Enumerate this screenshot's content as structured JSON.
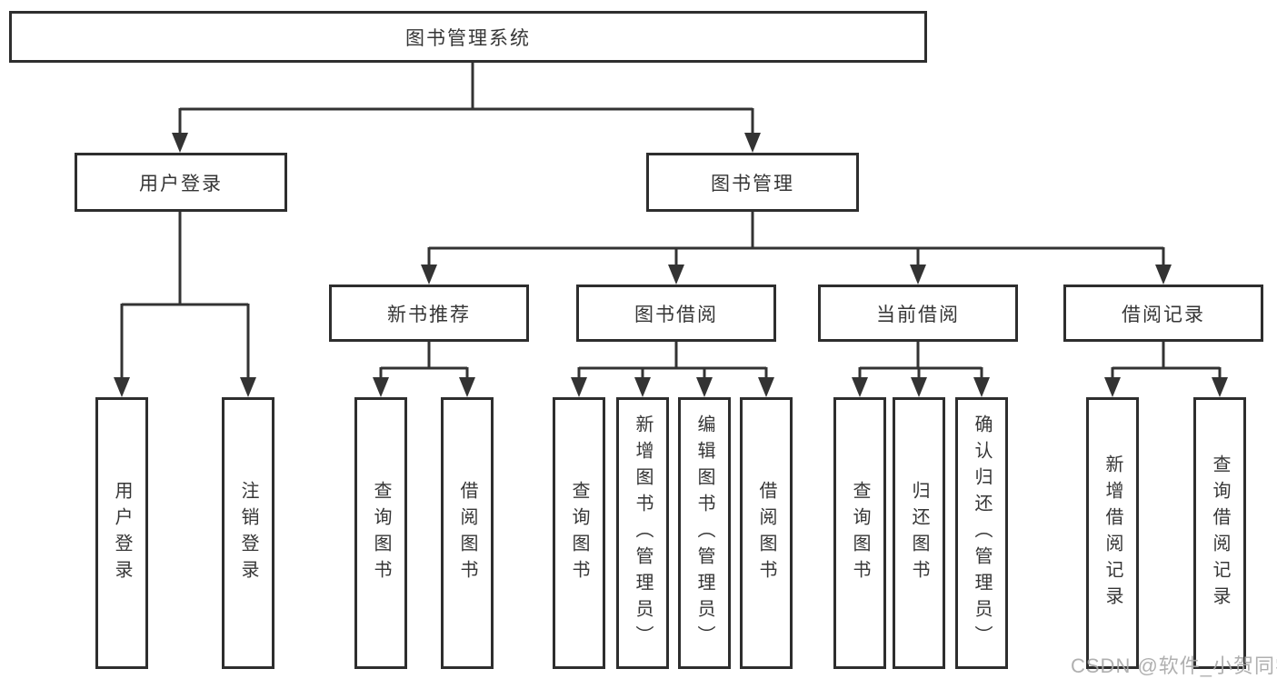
{
  "nodes": {
    "root": "图书管理系统",
    "login": "用户登录",
    "mgmt": "图书管理",
    "login_user": "用户登录",
    "login_logout": "注销登录",
    "rec": "新书推荐",
    "borrow": "图书借阅",
    "current": "当前借阅",
    "records": "借阅记录",
    "rec_query": "查询图书",
    "rec_borrow": "借阅图书",
    "borrow_query": "查询图书",
    "borrow_add": "新增图书（管理员）",
    "borrow_edit": "编辑图书（管理员）",
    "borrow_borrow": "借阅图书",
    "cur_query": "查询图书",
    "cur_return": "归还图书",
    "cur_confirm": "确认归还（管理员）",
    "records_add": "新增借阅记录",
    "records_query": "查询借阅记录"
  },
  "hierarchy": {
    "root": "图书管理系统",
    "children": [
      {
        "label": "用户登录",
        "children": [
          "用户登录",
          "注销登录"
        ]
      },
      {
        "label": "图书管理",
        "children": [
          {
            "label": "新书推荐",
            "children": [
              "查询图书",
              "借阅图书"
            ]
          },
          {
            "label": "图书借阅",
            "children": [
              "查询图书",
              "新增图书（管理员）",
              "编辑图书（管理员）",
              "借阅图书"
            ]
          },
          {
            "label": "当前借阅",
            "children": [
              "查询图书",
              "归还图书",
              "确认归还（管理员）"
            ]
          },
          {
            "label": "借阅记录",
            "children": [
              "新增借阅记录",
              "查询借阅记录"
            ]
          }
        ]
      }
    ]
  },
  "watermark": "CSDN @软件_小贺同学",
  "colors": {
    "line": "#333333",
    "border": "#2e2e2e",
    "text": "#363636",
    "watermark": "#a8a8a8",
    "background": "#ffffff"
  }
}
